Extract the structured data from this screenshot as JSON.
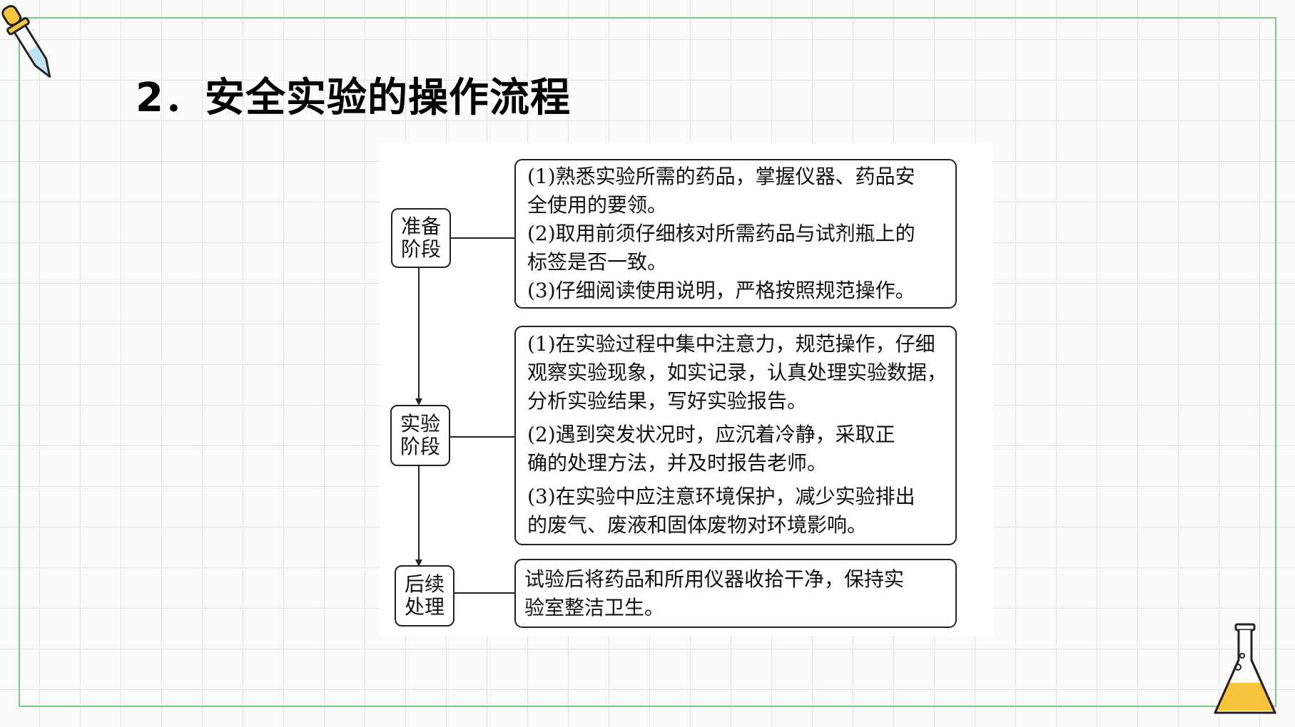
{
  "title": "2．安全实验的操作流程",
  "colors": {
    "frame": "#7dc885",
    "grid": "#e3e3e3",
    "flask_liquid": "#f7c33a",
    "dropper_tip": "#bfe3f5"
  },
  "icons": [
    "dropper-icon",
    "flask-icon"
  ],
  "stages": [
    {
      "line1": "准备",
      "line2": "阶段"
    },
    {
      "line1": "实验",
      "line2": "阶段"
    },
    {
      "line1": "后续",
      "line2": "处理"
    }
  ],
  "boxes": [
    {
      "lines": [
        "(1)熟悉实验所需的药品，掌握仪器、药品安",
        "全使用的要领。",
        "(2)取用前须仔细核对所需药品与试剂瓶上的",
        "标签是否一致。",
        "(3)仔细阅读使用说明，严格按照规范操作。"
      ]
    },
    {
      "lines": [
        "(1)在实验过程中集中注意力，规范操作，仔细",
        "观察实验现象，如实记录，认真处理实验数据，",
        "分析实验结果，写好实验报告。",
        "(2)遇到突发状况时，应沉着冷静，采取正",
        "确的处理方法，并及时报告老师。",
        "(3)在实验中应注意环境保护，减少实验排出",
        "的废气、废液和固体废物对环境影响。"
      ]
    },
    {
      "lines": [
        "试验后将药品和所用仪器收拾干净，保持实",
        "验室整洁卫生。"
      ]
    }
  ]
}
